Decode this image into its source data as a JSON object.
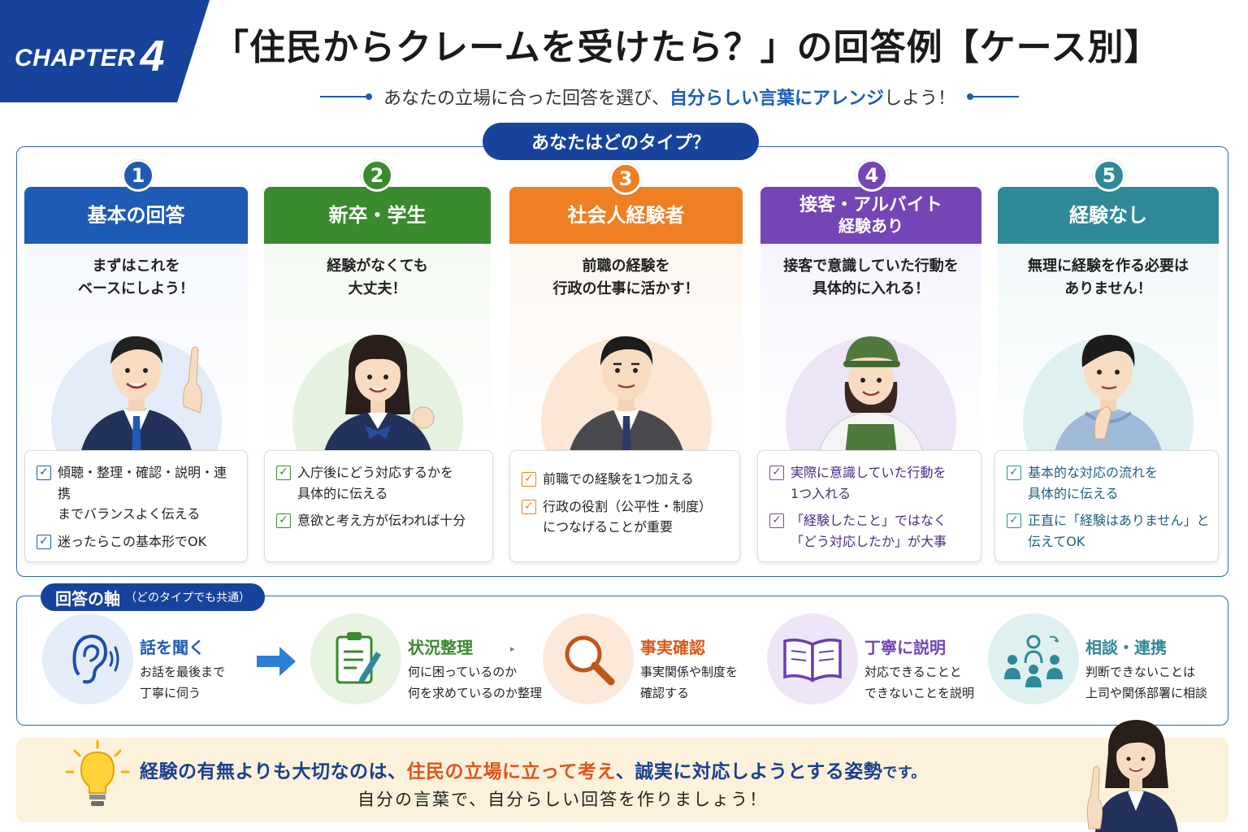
{
  "header": {
    "chapter_label": "CHAPTER",
    "chapter_number": "4",
    "title": "「住民からクレームを受けたら？」の回答例【ケース別】",
    "subtitle_pre": "あなたの立場に合った回答を選び、",
    "subtitle_highlight": "自分らしい言葉にアレンジ",
    "subtitle_post": "しよう！"
  },
  "types_section": {
    "label": "あなたはどのタイプ？",
    "types": [
      {
        "number": "1",
        "title": "基本の回答",
        "title_line2": "",
        "lead_line1": "まずはこれを",
        "lead_line2": "ベースにしよう！",
        "color": "#1f5bb5",
        "bullets": [
          {
            "line1": "傾聴・整理・確認・説明・連携",
            "line2": "までバランスよく伝える"
          },
          {
            "line1": "迷ったらこの基本形でOK",
            "line2": ""
          }
        ]
      },
      {
        "number": "2",
        "title": "新卒・学生",
        "title_line2": "",
        "lead_line1": "経験がなくても",
        "lead_line2": "大丈夫！",
        "color": "#3a8a2e",
        "bullets": [
          {
            "line1": "入庁後にどう対応するかを",
            "line2": "具体的に伝える"
          },
          {
            "line1": "意欲と考え方が伝われば十分",
            "line2": ""
          }
        ]
      },
      {
        "number": "3",
        "title": "社会人経験者",
        "title_line2": "",
        "lead_line1": "前職の経験を",
        "lead_line2": "行政の仕事に活かす！",
        "color": "#ef7f22",
        "bullets": [
          {
            "line1": "前職での経験を1つ加える",
            "line2": ""
          },
          {
            "line1": "行政の役割（公平性・制度）",
            "line2": "につなげることが重要"
          }
        ]
      },
      {
        "number": "4",
        "title": "接客・アルバイト",
        "title_line2": "経験あり",
        "lead_line1": "接客で意識していた行動を",
        "lead_line2": "具体的に入れる！",
        "color": "#7345b5",
        "bullets": [
          {
            "line1": "実際に意識していた行動を",
            "line2": "1つ入れる"
          },
          {
            "line1": "「経験したこと」ではなく",
            "line2": "「どう対応したか」が大事"
          }
        ]
      },
      {
        "number": "5",
        "title": "経験なし",
        "title_line2": "",
        "lead_line1": "無理に経験を作る必要は",
        "lead_line2": "ありません！",
        "color": "#2e8a98",
        "bullets": [
          {
            "line1": "基本的な対応の流れを",
            "line2": "具体的に伝える"
          },
          {
            "line1": "正直に「経験はありません」と",
            "line2": "伝えてOK"
          }
        ]
      }
    ]
  },
  "axis_section": {
    "label": "回答の軸",
    "label_sub": "（どのタイプでも共通）",
    "items": [
      {
        "title": "話を聞く",
        "desc1": "お話を最後まで",
        "desc2": "丁寧に伺う",
        "color": "#1f5bb5",
        "icon": "ear-icon"
      },
      {
        "title": "状況整理",
        "desc1": "何に困っているのか",
        "desc2": "何を求めているのか整理",
        "color": "#3a8a2e",
        "icon": "clipboard-icon"
      },
      {
        "title": "事実確認",
        "desc1": "事実関係や制度を",
        "desc2": "確認する",
        "color": "#e0561b",
        "icon": "magnifier-icon"
      },
      {
        "title": "丁寧に説明",
        "desc1": "対応できることと",
        "desc2": "できないことを説明",
        "color": "#7345b5",
        "icon": "book-icon"
      },
      {
        "title": "相談・連携",
        "desc1": "判断できないことは",
        "desc2": "上司や関係部署に相談",
        "color": "#2e8a98",
        "icon": "team-icon"
      }
    ]
  },
  "banner": {
    "line1_a": "経験の有無よりも大切なのは、",
    "line1_b": "住民の立場に立って考え",
    "line1_c": "、誠実に対応しようとする姿勢",
    "line1_d": "です。",
    "line2": "自分の言葉で、自分らしい回答を作りましょう！"
  }
}
